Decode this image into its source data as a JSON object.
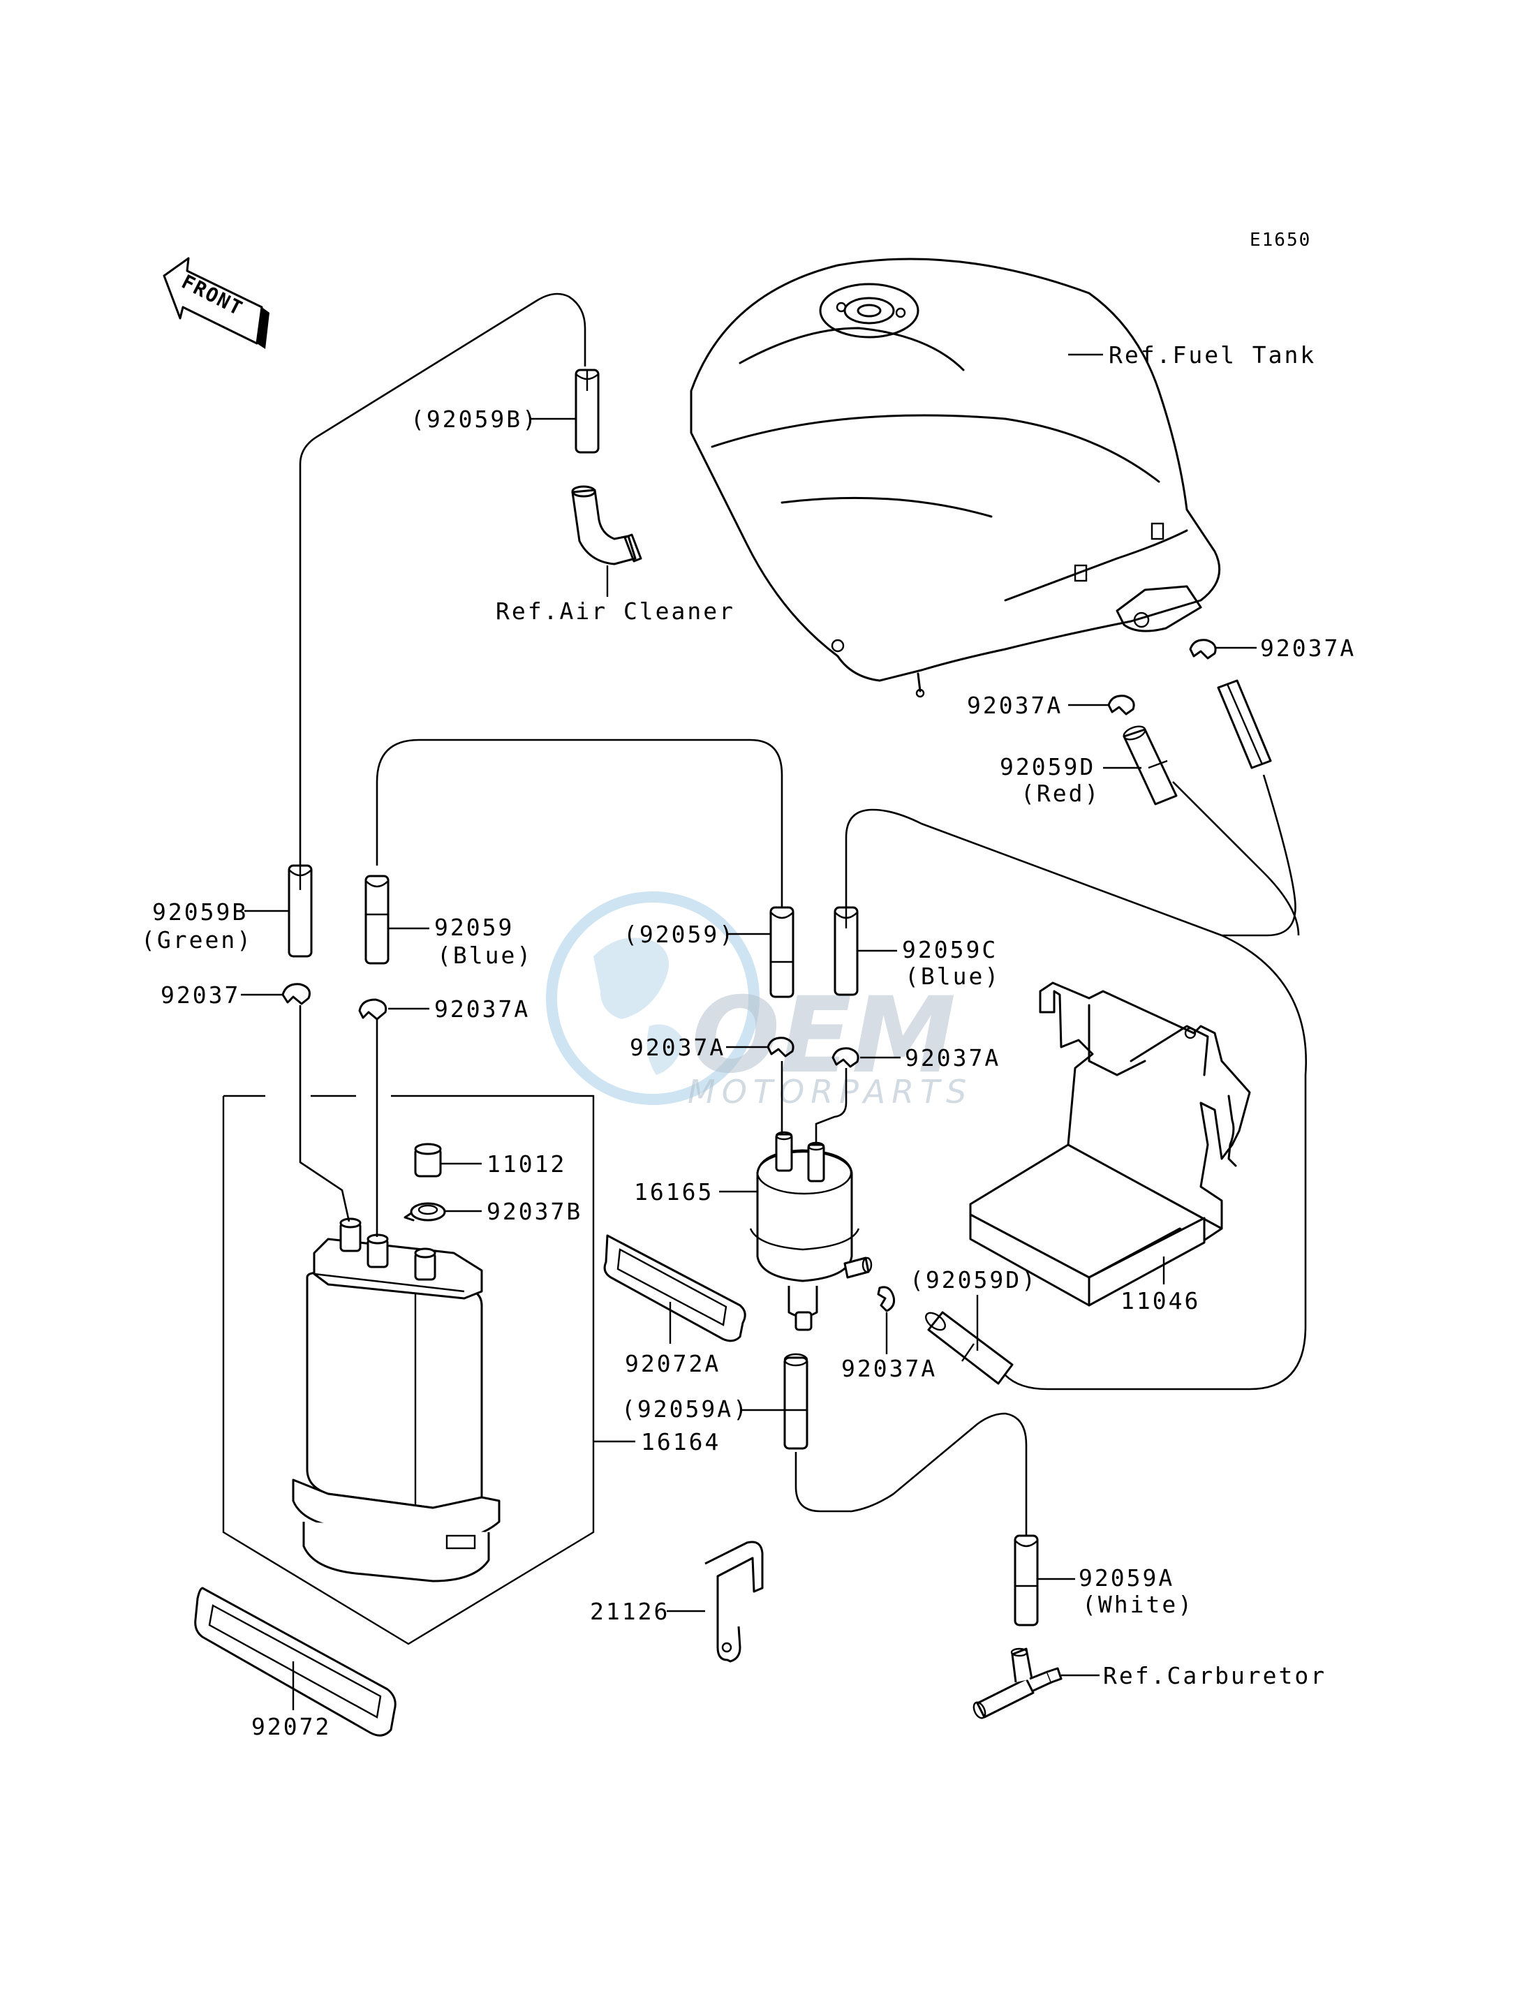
{
  "diagram_code": "E1650",
  "direction_marker": "FRONT",
  "watermark": {
    "brand": "OEM",
    "subtitle": "MOTORPARTS"
  },
  "labels": {
    "ref_fuel_tank": "Ref.Fuel Tank",
    "ref_air_cleaner": "Ref.Air Cleaner",
    "ref_carburetor": "Ref.Carburetor",
    "p92059B_paren": "(92059B)",
    "p92059B": "92059B",
    "p92059B_color": "(Green)",
    "p92059": "92059",
    "p92059_color": "(Blue)",
    "p92059_paren": "(92059)",
    "p92059C": "92059C",
    "p92059C_color": "(Blue)",
    "p92037": "92037",
    "p92037A_1": "92037A",
    "p92037A_2": "92037A",
    "p92037A_3": "92037A",
    "p92037A_4": "92037A",
    "p92037A_5": "92037A",
    "p92037A_6": "92037A",
    "p92059D": "92059D",
    "p92059D_color": "(Red)",
    "p92059D_paren": "(92059D)",
    "p11012": "11012",
    "p92037B": "92037B",
    "p16165": "16165",
    "p11046": "11046",
    "p92072A": "92072A",
    "p92059A_paren": "(92059A)",
    "p16164": "16164",
    "p92059A": "92059A",
    "p92059A_color": "(White)",
    "p21126": "21126",
    "p92072": "92072"
  }
}
